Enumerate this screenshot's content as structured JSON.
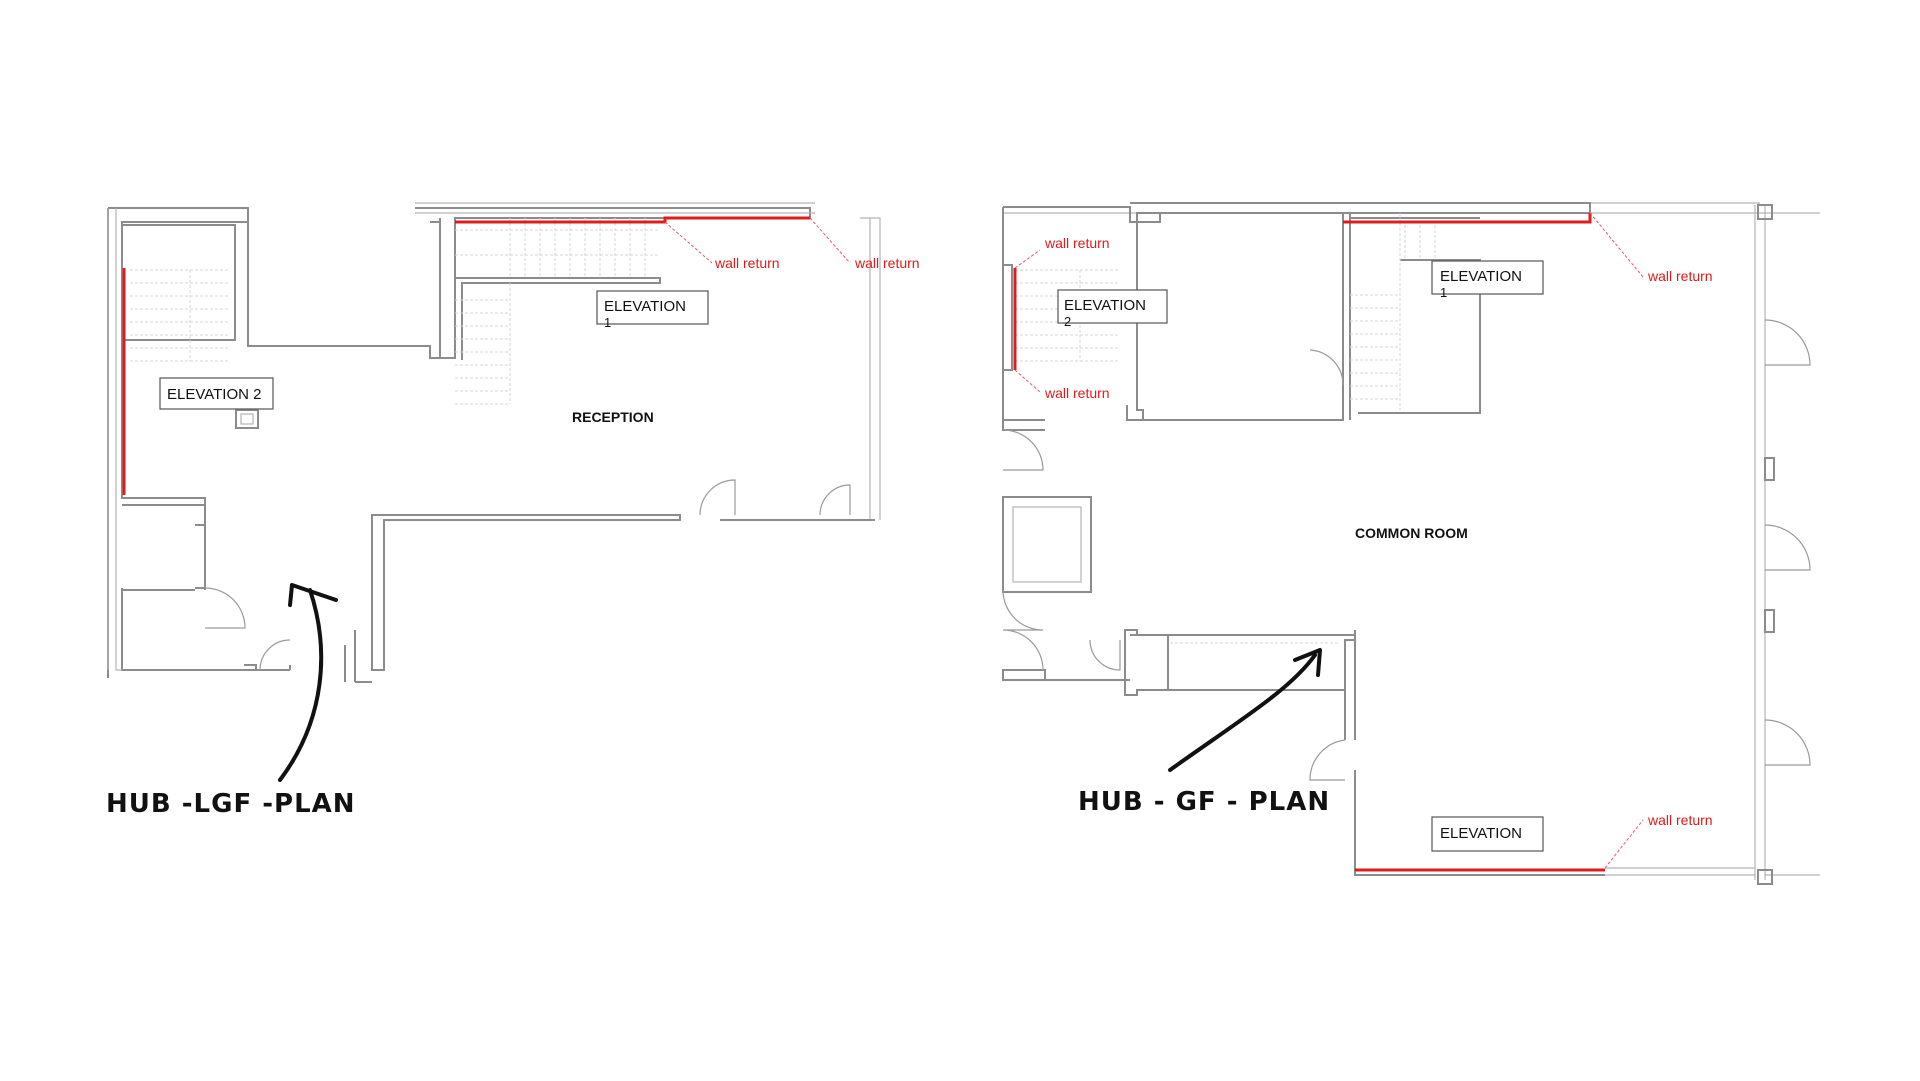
{
  "plans": {
    "lgf": {
      "title": "HUB -LGF -PLAN",
      "room": "RECEPTION",
      "elevation_1_label": "ELEVATION",
      "elevation_1_number": "1",
      "elevation_2_label": "ELEVATION 2",
      "notes": [
        "wall return",
        "wall return"
      ]
    },
    "gf": {
      "title": "HUB - GF - PLAN",
      "room": "COMMON ROOM",
      "elevation_1_label": "ELEVATION",
      "elevation_1_number": "1",
      "elevation_2_label": "ELEVATION",
      "elevation_2_number": "2",
      "elevation_3_label": "ELEVATION",
      "notes": [
        "wall return",
        "wall return",
        "wall return",
        "wall return"
      ]
    }
  },
  "colors": {
    "highlight_wall": "#e01b1b",
    "wall": "#8c8c8c",
    "ink": "#111111"
  }
}
